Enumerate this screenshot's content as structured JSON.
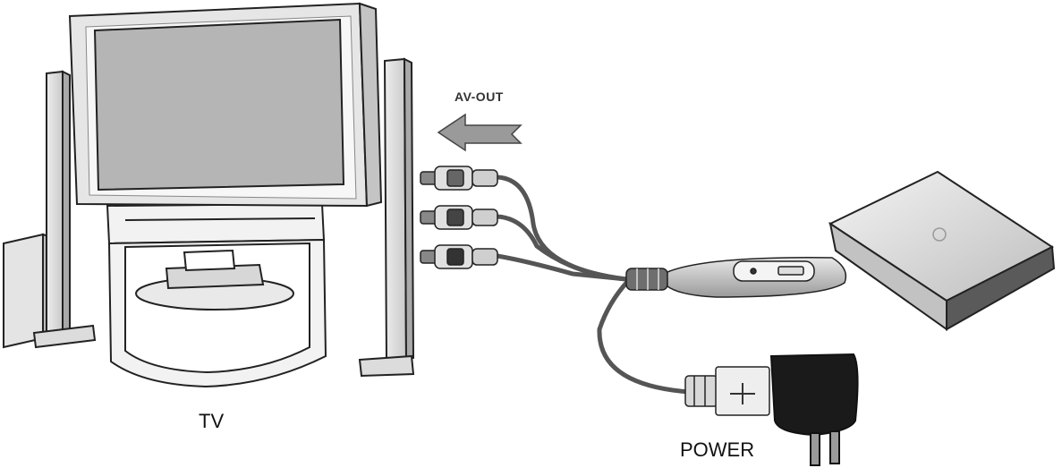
{
  "labels": {
    "tv": "TV",
    "power": "POWER",
    "av_out": "AV-OUT"
  },
  "colors": {
    "outline": "#222222",
    "screen": "#b5b5b5",
    "frame": "#e6e6e6",
    "cable": "#555555",
    "arrow": "#9a9a9a",
    "adapter": "#1a1a1a"
  }
}
